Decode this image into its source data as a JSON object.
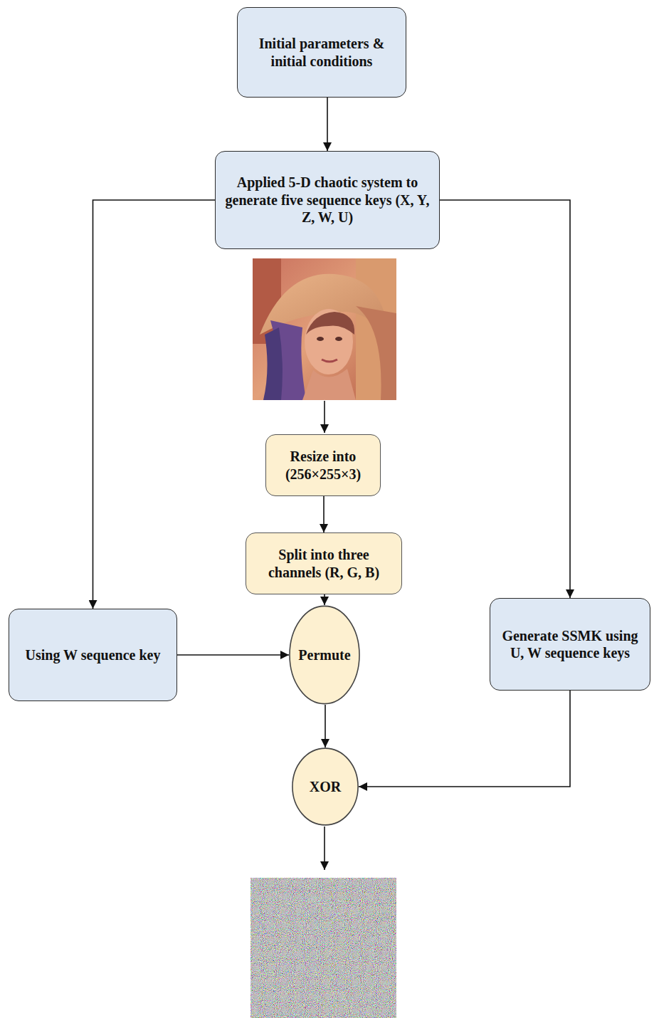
{
  "diagram": {
    "nodes": [
      {
        "text": [
          "Initial parameters & initial conditions"
        ]
      },
      {
        "text": [
          "Applied 5-D chaotic system to generate five sequence keys (X, Y, Z, W, U)"
        ]
      },
      {
        "text": [
          "Resize into (256×255×3)"
        ]
      },
      {
        "text": [
          "Split into three channels (R, G, B)"
        ]
      },
      {
        "text": [
          "Using W sequence key"
        ]
      },
      {
        "text": [
          "Permute"
        ]
      },
      {
        "text": [
          "Generate SSMK using U, W sequence keys"
        ]
      },
      {
        "text": [
          "XOR"
        ]
      }
    ],
    "edges": [
      {
        "from": 0,
        "to": 1,
        "arrow": "to"
      },
      {
        "from": 1,
        "to": 4,
        "arrow": "to"
      },
      {
        "from": 1,
        "to": 6,
        "arrow": "to"
      },
      {
        "from": 2,
        "to": 3,
        "arrow": "to"
      },
      {
        "from": 3,
        "to": 5,
        "arrow": "to"
      },
      {
        "from": 4,
        "to": 5,
        "arrow": "to"
      },
      {
        "from": 5,
        "to": 7,
        "arrow": "to"
      },
      {
        "from": 6,
        "to": 7,
        "arrow": "to"
      }
    ]
  }
}
